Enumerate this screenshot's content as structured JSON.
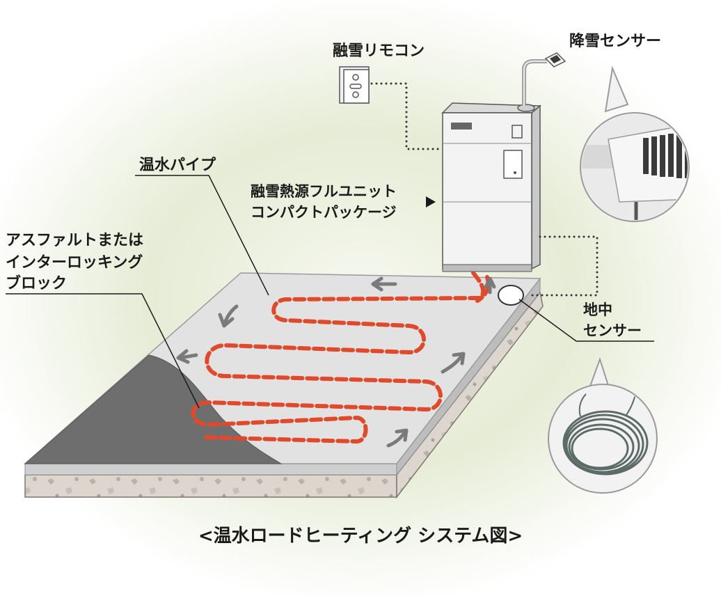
{
  "labels": {
    "remote": "融雪リモコン",
    "snow_sensor": "降雪センサー",
    "pipe": "温水パイプ",
    "unit_line1": "融雪熱源フルユニット",
    "unit_line2": "コンパクトパッケージ",
    "surface_line1": "アスファルトまたは",
    "surface_line2": "インターロッキング",
    "surface_line3": "ブロック",
    "ground_sensor_line1": "地中",
    "ground_sensor_line2": "センサー"
  },
  "caption": "<温水ロードヒーティング システム図>",
  "colors": {
    "pipe": "#e04a2a",
    "slab_top": "#e2e2e2",
    "asphalt": "#6e6e6e",
    "unit_body": "#f3f3f3",
    "flow_arrow": "#7a7a7a"
  },
  "icons": {
    "unit_pointer": "triangle-right-icon",
    "flow": "flow-arrow-icon"
  }
}
